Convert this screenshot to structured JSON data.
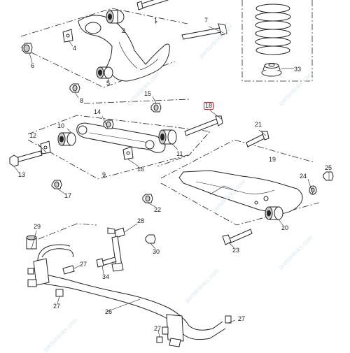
{
  "diagram": {
    "callouts": [
      "1",
      "2",
      "4",
      "6",
      "7",
      "8",
      "10",
      "11",
      "12",
      "13",
      "14",
      "15",
      "16",
      "17",
      "18",
      "19",
      "20",
      "21",
      "22",
      "23",
      "24",
      "25",
      "26",
      "27",
      "27",
      "27",
      "27",
      "28",
      "29",
      "30",
      "33",
      "34",
      "9",
      "5"
    ],
    "highlighted_callout": "18",
    "watermark": "partsinlinks.com",
    "highlight_color": "#d4202a"
  }
}
